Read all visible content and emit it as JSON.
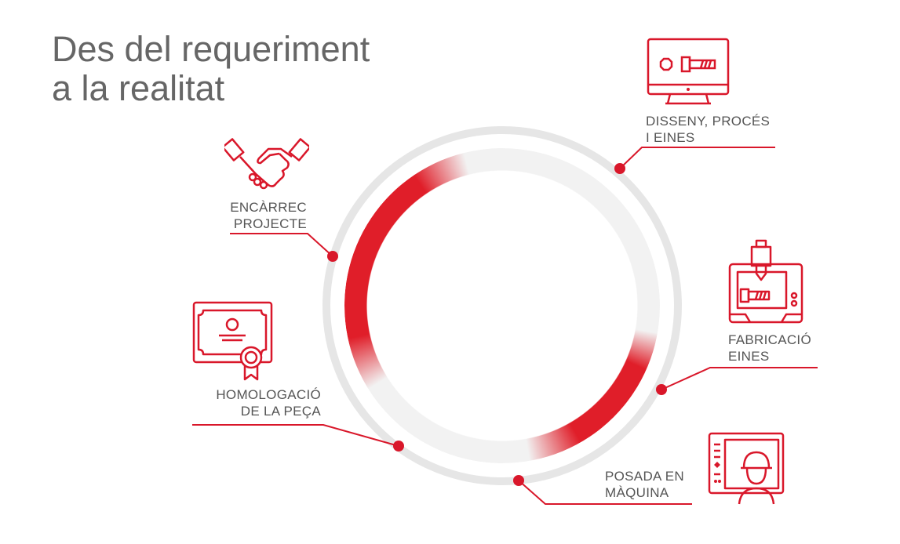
{
  "title": {
    "line1": "Des del requeriment",
    "line2": "a la realitat"
  },
  "accent_color": "#d9172a",
  "steps": [
    {
      "id": "encarrec",
      "icon": "handshake-icon",
      "line1": "ENCÀRREC",
      "line2": "PROJECTE"
    },
    {
      "id": "disseny",
      "icon": "monitor-bolt-icon",
      "line1": "DISSENY, PROCÉS",
      "line2": "I EINES"
    },
    {
      "id": "fabricacio",
      "icon": "cnc-machine-icon",
      "line1": "FABRICACIÓ",
      "line2": "EINES"
    },
    {
      "id": "posada",
      "icon": "worker-screen-icon",
      "line1": "POSADA EN",
      "line2": "MÀQUINA"
    },
    {
      "id": "homologacio",
      "icon": "certificate-icon",
      "line1": "HOMOLOGACIÓ",
      "line2": "DE LA PEÇA"
    }
  ]
}
